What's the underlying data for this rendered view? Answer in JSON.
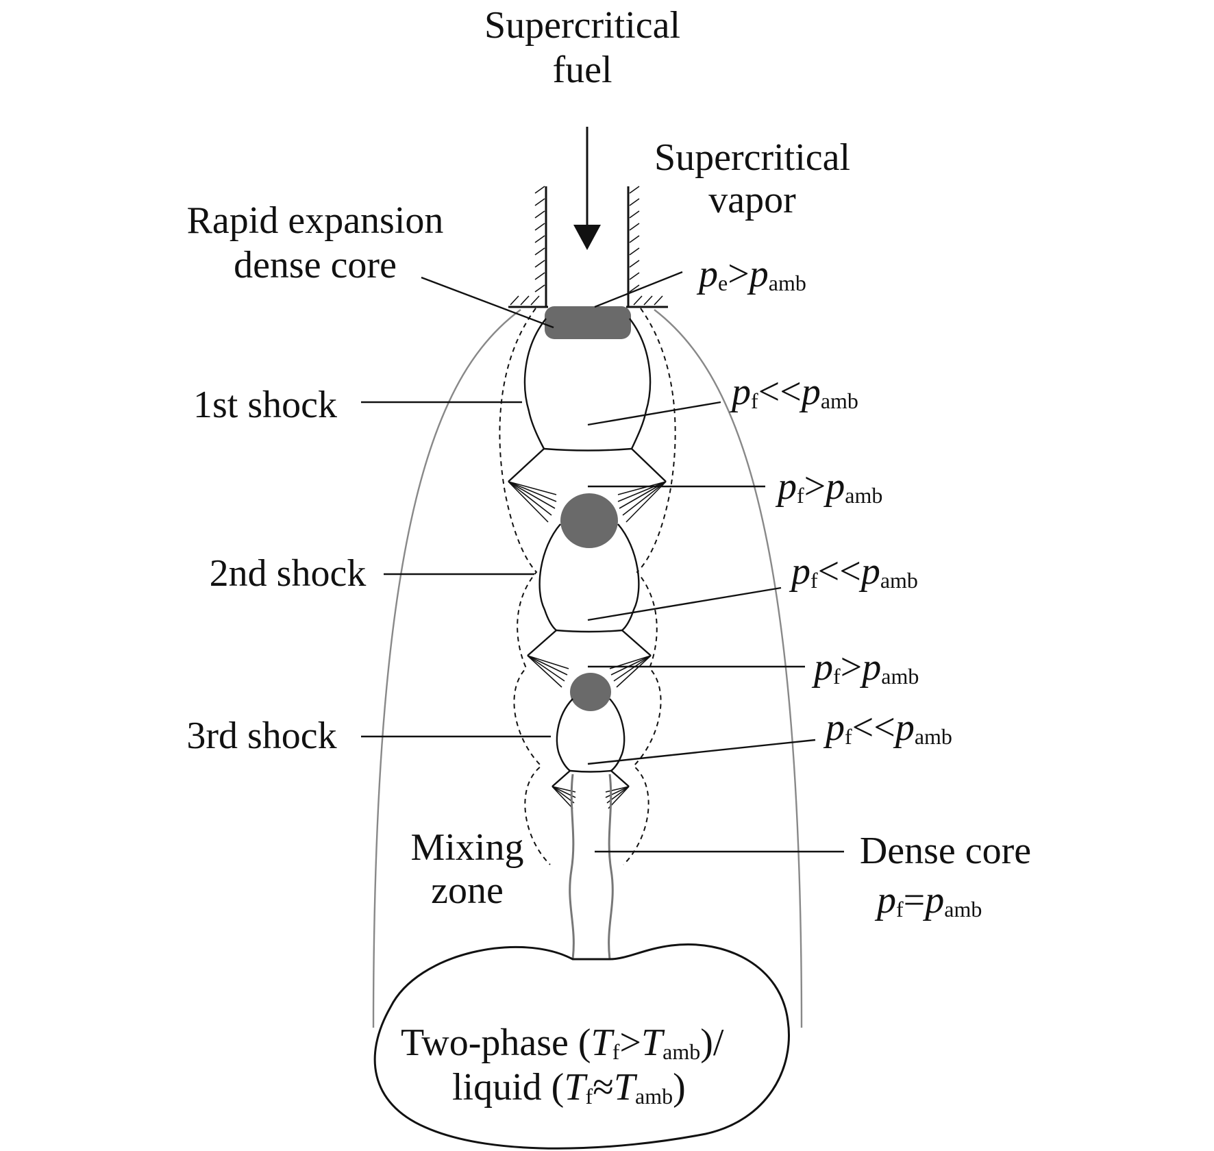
{
  "labels": {
    "supercritical_fuel_1": "Supercritical",
    "supercritical_fuel_2": "fuel",
    "supercritical_vapor_1": "Supercritical",
    "supercritical_vapor_2": "vapor",
    "rapid_expansion_1": "Rapid expansion",
    "rapid_expansion_2": "dense core",
    "first_shock": "1st shock",
    "second_shock": "2nd shock",
    "third_shock": "3rd shock",
    "mixing_zone_1": "Mixing",
    "mixing_zone_2": "zone",
    "dense_core": "Dense core",
    "two_phase_1_a": "Two-phase (",
    "two_phase_1_b": ")/",
    "liquid_a": "liquid (",
    "liquid_b": ")"
  },
  "symbols": {
    "p": "p",
    "T": "T",
    "sub_e": "e",
    "sub_f": "f",
    "sub_amb": "amb",
    "gt": ">",
    "llt": "<<",
    "eq": "=",
    "approx": "≈"
  },
  "colors": {
    "ink": "#111111",
    "dense_fill": "#6a6a6a",
    "outer_boundary": "#888888"
  }
}
